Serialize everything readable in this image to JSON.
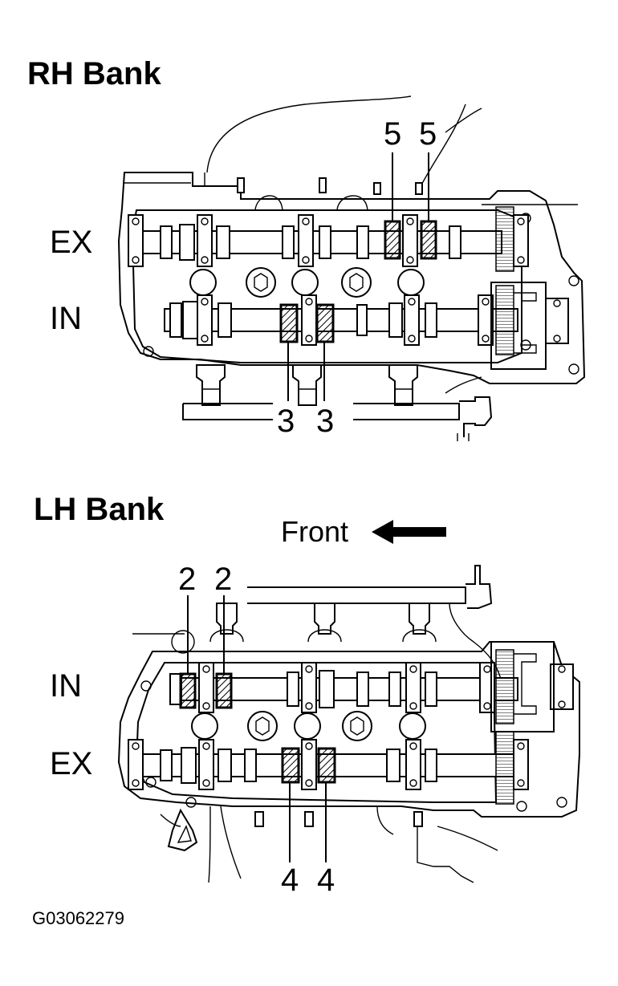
{
  "rh_bank": {
    "title": "RH Bank",
    "ex_label": "EX",
    "in_label": "IN",
    "ex_caps": [
      "5",
      "5"
    ],
    "in_caps": [
      "3",
      "3"
    ]
  },
  "lh_bank": {
    "title": "LH Bank",
    "in_label": "IN",
    "ex_label": "EX",
    "in_caps": [
      "2",
      "2"
    ],
    "ex_caps": [
      "4",
      "4"
    ]
  },
  "front": {
    "label": "Front",
    "arrow_icon": "left-arrow-icon"
  },
  "figure_code": "G03062279"
}
